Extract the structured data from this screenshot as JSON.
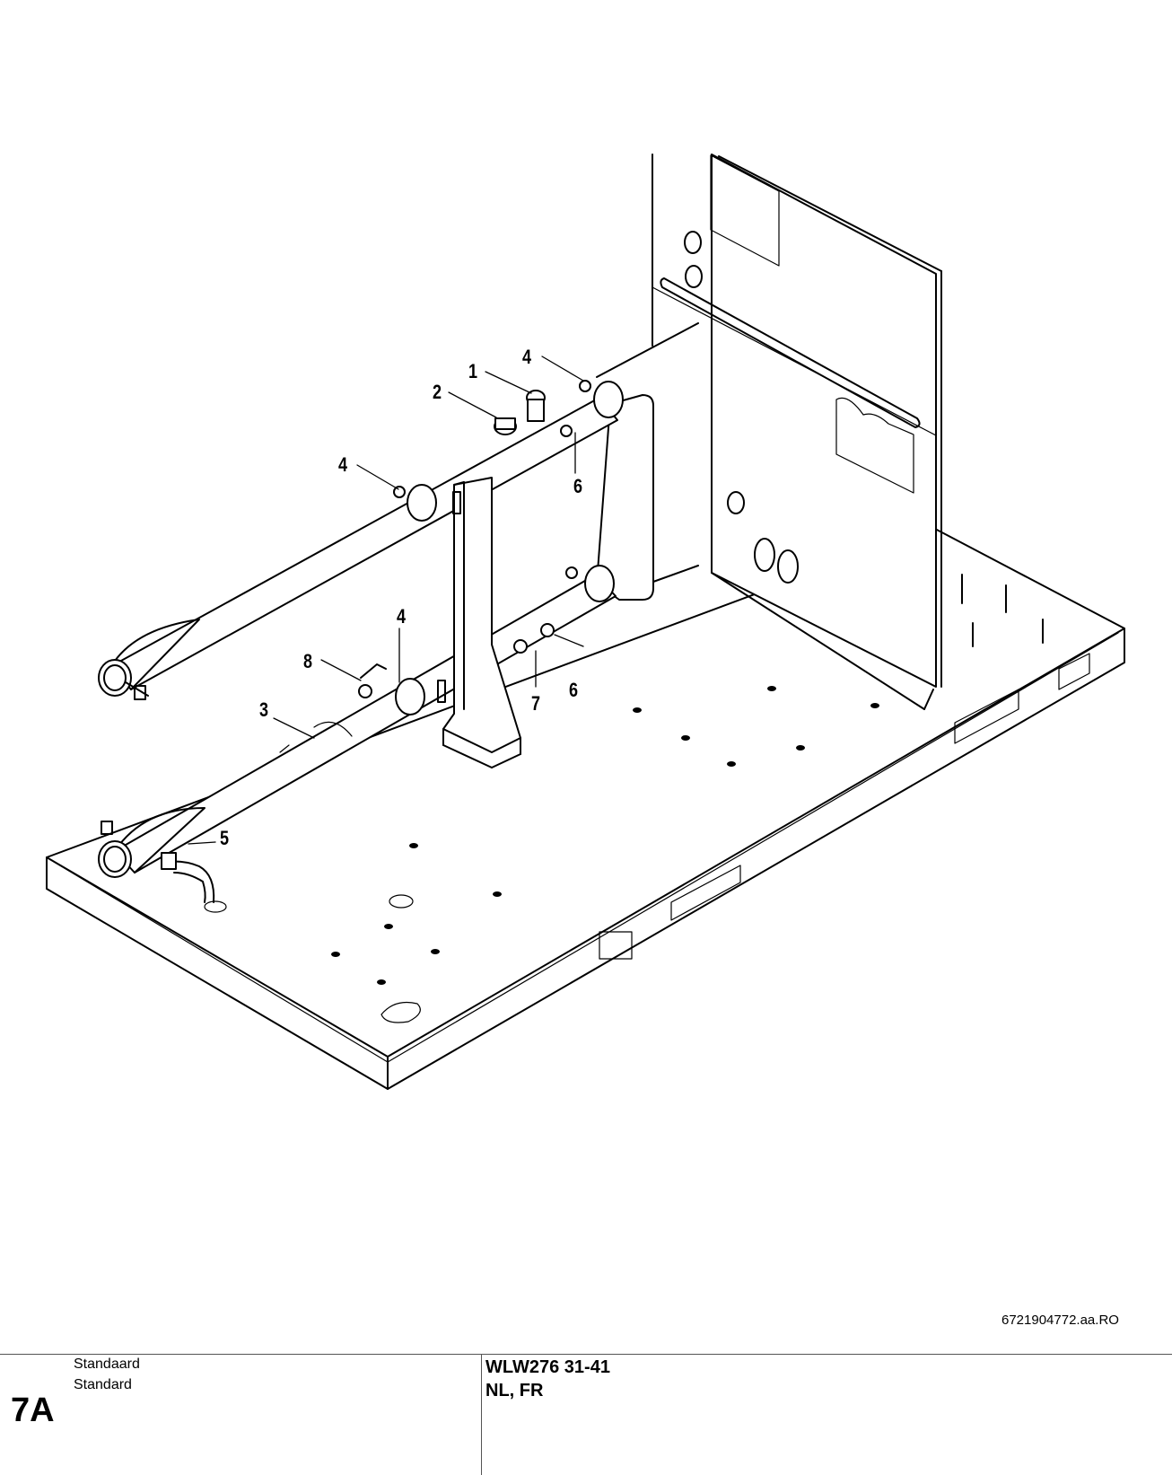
{
  "callouts": {
    "c1": "1",
    "c2": "2",
    "c3": "3",
    "c4a": "4",
    "c4b": "4",
    "c4c": "4",
    "c5": "5",
    "c6a": "6",
    "c6b": "6",
    "c7": "7",
    "c8": "8"
  },
  "reference_code": "6721904772.aa.RO",
  "footer": {
    "variant_nl": "Standaard",
    "variant_fr": "Standard",
    "page_code": "7A",
    "model": "WLW276 31-41",
    "languages": "NL, FR"
  }
}
